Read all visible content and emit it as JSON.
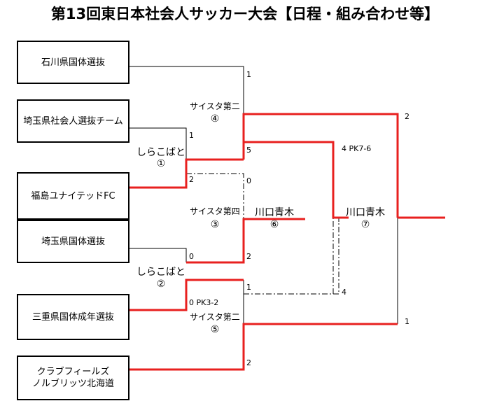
{
  "title": "第13回東日本社会人サッカー大会【日程・組み合わせ等】",
  "teams": [
    {
      "name": "石川県国体選抜"
    },
    {
      "name": "埼玉県社会人選抜チーム"
    },
    {
      "name": "福島ユナイテッドFC"
    },
    {
      "name": "埼玉県国体選抜"
    },
    {
      "name": "三重県国体成年選抜"
    },
    {
      "name": "クラブフィールズ",
      "name2": "ノルブリッツ北海道"
    }
  ],
  "matches": {
    "m1": {
      "venue": "しらこばと",
      "number": "①"
    },
    "m2": {
      "venue": "しらこばと",
      "number": "②"
    },
    "m3": {
      "venue": "サイスタ第四",
      "number": "③"
    },
    "m4": {
      "venue": "サイスタ第二",
      "number": "④"
    },
    "m5": {
      "venue": "サイスタ第二",
      "number": "⑤"
    },
    "m6": {
      "venue": "川口青木",
      "number": "⑥"
    },
    "m7": {
      "venue": "川口青木",
      "number": "⑦"
    }
  },
  "scores": {
    "s_ishikawa": "1",
    "s_saitama_sha": "1",
    "s_fukushima": "2",
    "s_m4_bottom": "5",
    "s_m6_top": "0",
    "s_saitama_koku": "0",
    "s_m3_bottom": "2",
    "s_mie": "0  PK3-2",
    "s_m5_top": "1",
    "s_hokkaido": "2",
    "s_m7_top": "4  PK7-6",
    "s_m6_bottom": "4",
    "s_final_top": "2",
    "s_final_bottom": "1"
  },
  "colors": {
    "winner": "#e8201f",
    "line": "#000000"
  }
}
